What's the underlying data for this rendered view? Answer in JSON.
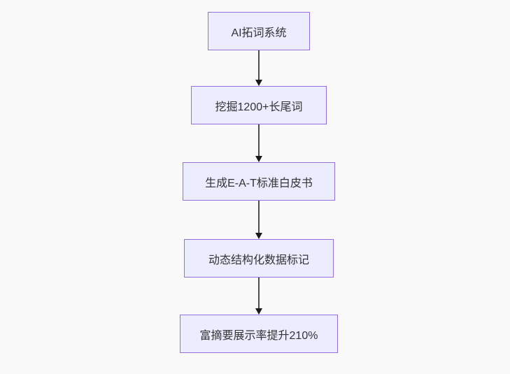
{
  "diagram": {
    "type": "flowchart",
    "direction": "top-down",
    "nodes": [
      {
        "id": "n1",
        "label": "AI拓词系统"
      },
      {
        "id": "n2",
        "label": "挖掘1200+长尾词"
      },
      {
        "id": "n3",
        "label": "生成E-A-T标准白皮书"
      },
      {
        "id": "n4",
        "label": "动态结构化数据标记"
      },
      {
        "id": "n5",
        "label": "富摘要展示率提升210%"
      }
    ],
    "edges": [
      {
        "from": "n1",
        "to": "n2",
        "arrow": "down"
      },
      {
        "from": "n2",
        "to": "n3",
        "arrow": "down"
      },
      {
        "from": "n3",
        "to": "n4",
        "arrow": "down"
      },
      {
        "from": "n4",
        "to": "n5",
        "arrow": "down"
      }
    ],
    "colors": {
      "background": "#f9f9f9",
      "node_fill": "#ECECFF",
      "node_border": "#9370DB",
      "node_text": "#333333",
      "edge_line": "#4d4d4d",
      "arrowhead": "#1a1a1a"
    }
  }
}
